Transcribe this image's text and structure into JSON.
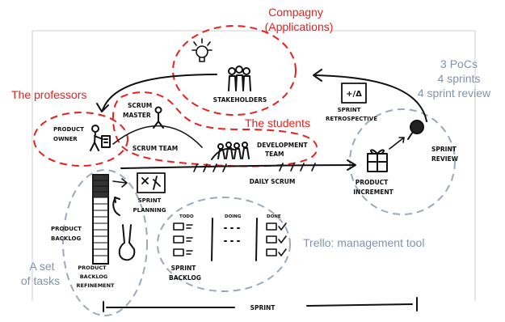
{
  "annotations": {
    "company_line1": "Compagny",
    "company_line2": "(Applications)",
    "professors": "The professors",
    "students": "The students",
    "pocs_line1": "3 PoCs",
    "pocs_line2": "4 sprints",
    "pocs_line3": "4 sprint review",
    "trello": "Trello: management tool",
    "tasks_line1": "A set",
    "tasks_line2": "of tasks"
  },
  "sketch": {
    "stakeholders": "STAKEHOLDERS",
    "scrum_master_1": "SCRUM",
    "scrum_master_2": "MASTER",
    "product_owner_1": "PRODUCT",
    "product_owner_2": "OWNER",
    "scrum_team": "SCRUM TEAM",
    "dev_team_1": "DEVELOPMENT",
    "dev_team_2": "TEAM",
    "sprint_retro_1": "SPRINT",
    "sprint_retro_2": "RETROSPECTIVE",
    "retro_board": "+/Δ",
    "sprint_review_1": "SPRINT",
    "sprint_review_2": "REVIEW",
    "product_increment_1": "PRODUCT",
    "product_increment_2": "INCREMENT",
    "daily_scrum": "DAILY SCRUM",
    "sprint_planning_1": "SPRINT",
    "sprint_planning_2": "PLANNING",
    "product_backlog_1": "PRODUCT",
    "product_backlog_2": "BACKLOG",
    "refinement_1": "PRODUCT",
    "refinement_2": "BACKLOG",
    "refinement_3": "REFINEMENT",
    "sprint_backlog_1": "SPRINT",
    "sprint_backlog_2": "BACKLOG",
    "col_todo": "TODO",
    "col_doing": "DOING",
    "col_done": "DONE",
    "sprint": "SPRINT"
  },
  "colors": {
    "red": "#e8201c",
    "blue": "#7d94b0",
    "ink": "#111111"
  }
}
